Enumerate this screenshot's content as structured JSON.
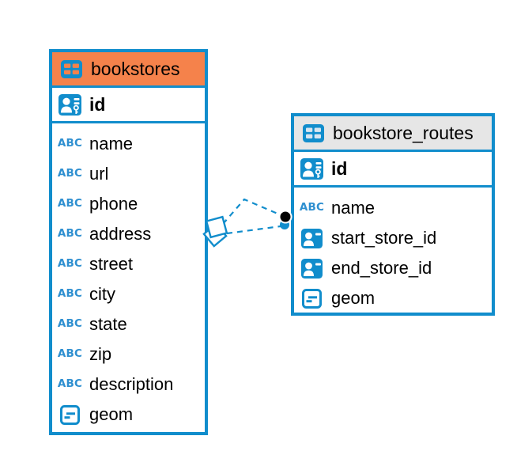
{
  "diagram": {
    "type": "entity-relationship",
    "background": "#ffffff"
  },
  "colors": {
    "table_border": "#118dcc",
    "icon_blue": "#118dcc",
    "abc_icon_blue": "#2e8fd0",
    "bookstores_header_bg": "#f5824b",
    "bookstore_routes_header_bg": "#e6e6e6",
    "field_text": "#000000",
    "relationship_line": "#118dcc",
    "connection_dot_black": "#000000",
    "connection_dot_blue": "#118dcc"
  },
  "tables": [
    {
      "name": "bookstores",
      "header_color": "#f5824b",
      "icon_cell_color": "#f5824b",
      "header_icon": "table-icon",
      "primary_key": {
        "label": "id",
        "icon": "person-key-icon"
      },
      "fields": [
        {
          "label": "name",
          "icon": "abc-icon"
        },
        {
          "label": "url",
          "icon": "abc-icon"
        },
        {
          "label": "phone",
          "icon": "abc-icon"
        },
        {
          "label": "address",
          "icon": "abc-icon"
        },
        {
          "label": "street",
          "icon": "abc-icon"
        },
        {
          "label": "city",
          "icon": "abc-icon"
        },
        {
          "label": "state",
          "icon": "abc-icon"
        },
        {
          "label": "zip",
          "icon": "abc-icon"
        },
        {
          "label": "description",
          "icon": "abc-icon"
        },
        {
          "label": "geom",
          "icon": "geometry-icon"
        }
      ]
    },
    {
      "name": "bookstore_routes",
      "header_color": "#e6e6e6",
      "icon_cell_color": "#d8e5f0",
      "header_icon": "table-icon",
      "primary_key": {
        "label": "id",
        "icon": "person-key-icon"
      },
      "fields": [
        {
          "label": "name",
          "icon": "abc-icon"
        },
        {
          "label": "start_store_id",
          "icon": "person-badge-icon"
        },
        {
          "label": "end_store_id",
          "icon": "person-badge-icon"
        },
        {
          "label": "geom",
          "icon": "geometry-icon"
        }
      ]
    }
  ],
  "relationship": {
    "from": "bookstores",
    "to": "bookstore_routes",
    "line_style": "dashed",
    "left_marker": "stacked-squares-marker",
    "right_marker": "dot-marker"
  }
}
